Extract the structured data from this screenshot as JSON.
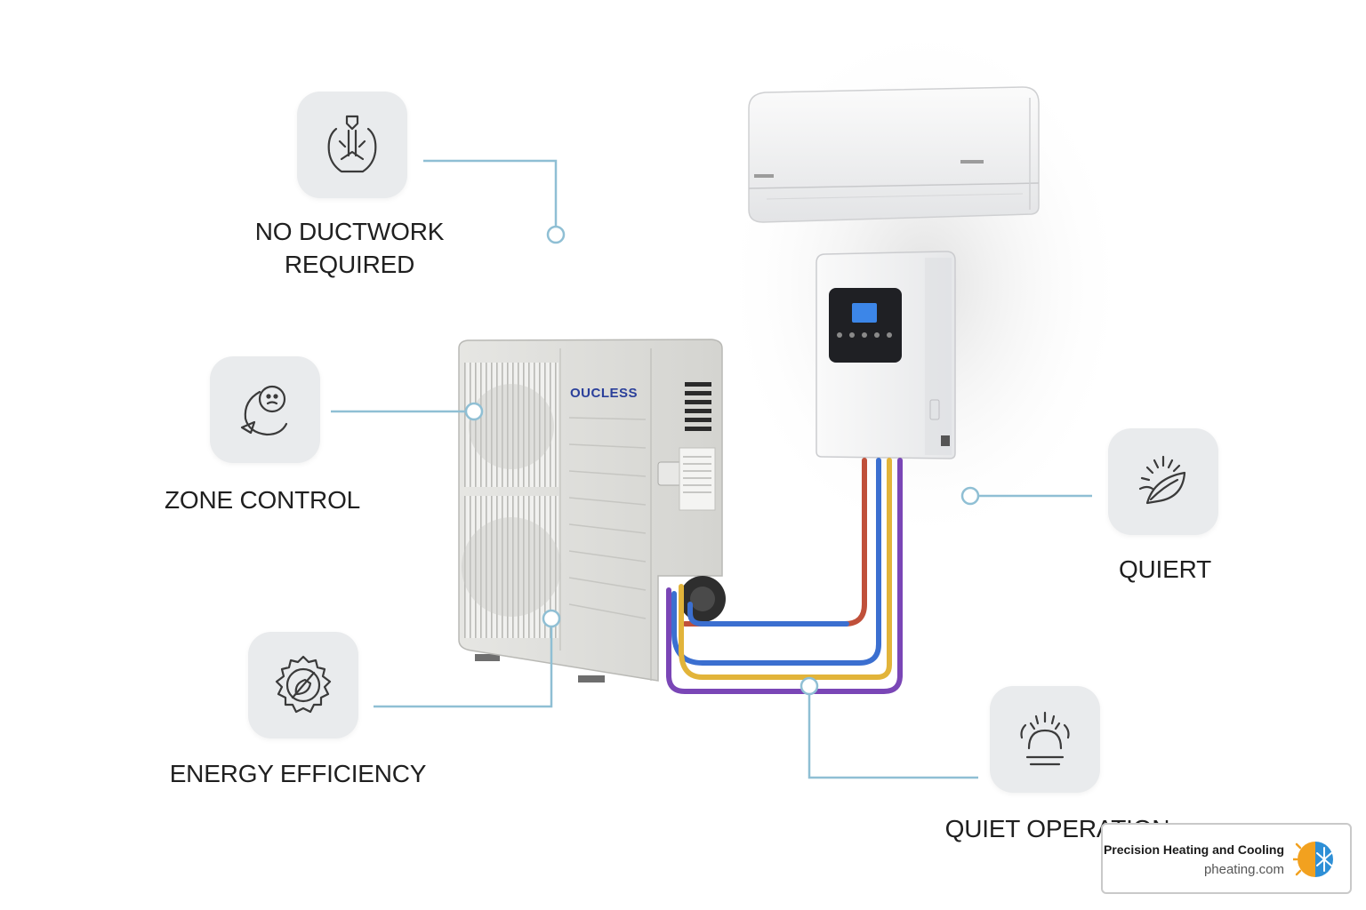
{
  "features": {
    "no_ductwork": {
      "line1": "NO DUCTWORK",
      "line2": "REQUIRED",
      "icon": "person-cutout-icon"
    },
    "zone_control": {
      "label": "ZONE CONTROL",
      "icon": "smiley-swirl-icon"
    },
    "energy_efficiency": {
      "label": "ENERGY EFFICIENCY",
      "icon": "leaf-gear-icon"
    },
    "quiert": {
      "label": "QUIERT",
      "icon": "sprouting-leaf-icon"
    },
    "quiet_operation": {
      "label": "QUIET OPERATION",
      "icon": "sound-waves-icon"
    }
  },
  "outdoor_unit": {
    "brand": "OUCLESS"
  },
  "brand_card": {
    "name": "Precision Heating and Cooling",
    "url": "pheating.com",
    "icon": "sun-snowflake-logo-icon"
  },
  "colors": {
    "connector_line": "#8fbfd4",
    "pipe_red": "#c0503a",
    "pipe_blue": "#3b6fd0",
    "pipe_yellow": "#e2b43a",
    "pipe_purple": "#7a46b6",
    "brand_text": "#2a3f9a"
  }
}
